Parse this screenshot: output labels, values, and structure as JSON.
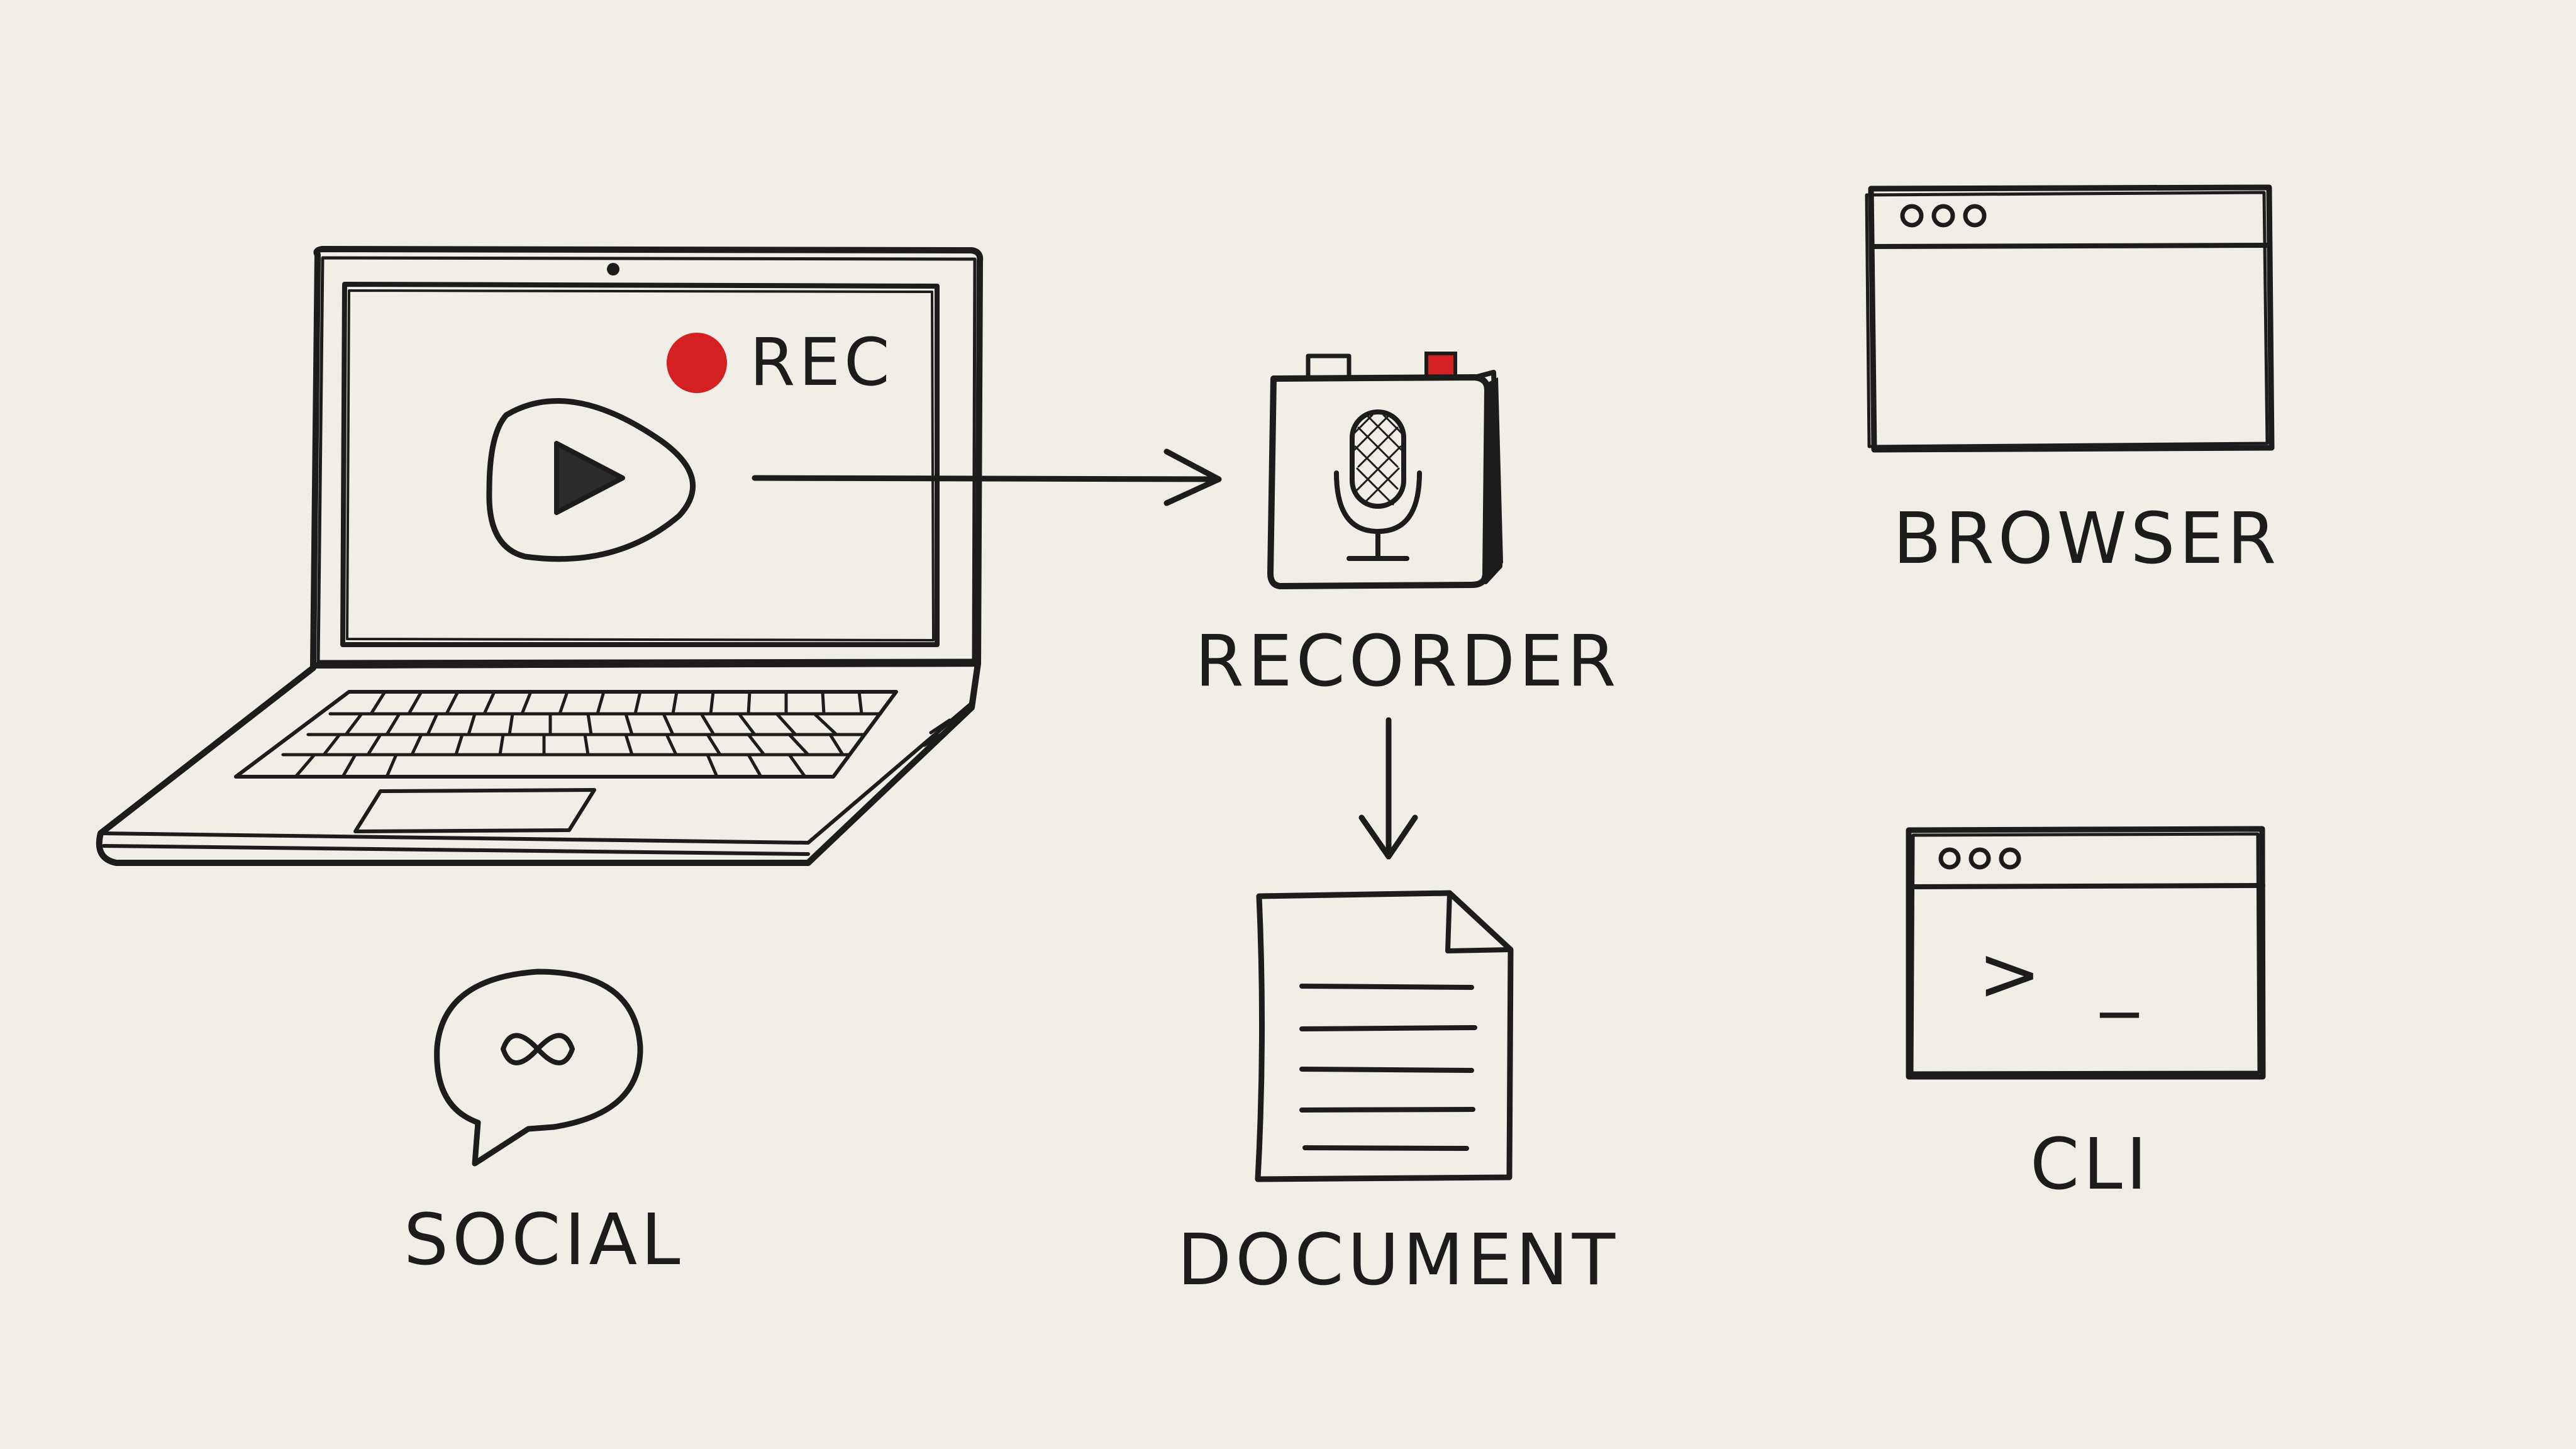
{
  "colors": {
    "background": "#f1eee8",
    "ink": "#1c1c1c",
    "record_red": "#d42020"
  },
  "labels": {
    "rec": "REC",
    "recorder": "RECORDER",
    "browser": "BROWSER",
    "social": "SOCIAL",
    "document": "DOCUMENT",
    "cli": "CLI",
    "cli_prompt": ">",
    "cli_cursor": "_"
  },
  "icons": {
    "laptop": "laptop-icon",
    "play": "play-icon",
    "record_dot": "record-dot-icon",
    "recorder": "recorder-device-icon",
    "microphone": "microphone-icon",
    "browser": "browser-window-icon",
    "social": "chat-bubble-icon",
    "document": "document-icon",
    "cli": "terminal-window-icon"
  }
}
